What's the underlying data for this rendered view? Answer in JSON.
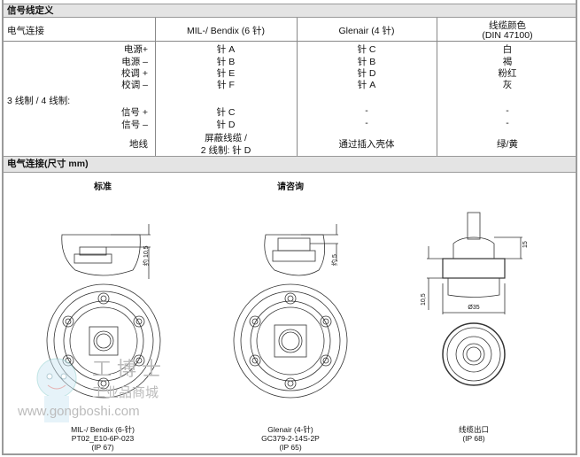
{
  "section1": {
    "title": "信号线定义"
  },
  "table": {
    "headers": [
      "电气连接",
      "MIL-/ Bendix (6 针)",
      "Glenair (4 针)",
      "线缆颜色",
      "(DIN 47100)"
    ],
    "wire_mode": "3 线制  / 4 线制:",
    "rows": [
      {
        "label": "电源+",
        "mil": "针  A",
        "glenair": "针 C",
        "color": "白"
      },
      {
        "label": "电源  –",
        "mil": "针 B",
        "glenair": "针 B",
        "color": "褐"
      },
      {
        "label": "校调  +",
        "mil": "针 E",
        "glenair": "针 D",
        "color": "粉红"
      },
      {
        "label": "校调  –",
        "mil": "针 F",
        "glenair": "针 A",
        "color": "灰"
      },
      {
        "label": "信号  +",
        "mil": "针 C",
        "glenair": "-",
        "color": "-"
      },
      {
        "label": "信号  –",
        "mil": "针 D",
        "glenair": "-",
        "color": "-"
      }
    ],
    "ground": {
      "label": "地线",
      "mil_line1": "屏蔽线缆  /",
      "mil_line2": "2 线制:  针 D",
      "glenair": "通过插入壳体",
      "color": "绿/黄"
    }
  },
  "section2": {
    "title": "电气连接(尺寸  mm)"
  },
  "drawings": {
    "standard_title": "标准",
    "inquiry_title": "请咨询",
    "dim_standard": "约 10,5",
    "dim_inquiry": "约 5",
    "dim_cable_height": "15",
    "dim_cable_offset": "10,5",
    "dim_cable_diameter": "Ø35",
    "captions": [
      [
        "MIL-/ Bendix (6-针)",
        "PT02_E10-6P-023",
        "(IP 67)"
      ],
      [
        "Glenair (4-针)",
        "GC379-2-14S-2P",
        "(IP 65)"
      ],
      [
        "线缆出口",
        "(IP 68)"
      ]
    ]
  },
  "watermark": {
    "brand": "工博士",
    "subtitle": "工业品商城",
    "url": "www.gongboshi.com"
  }
}
